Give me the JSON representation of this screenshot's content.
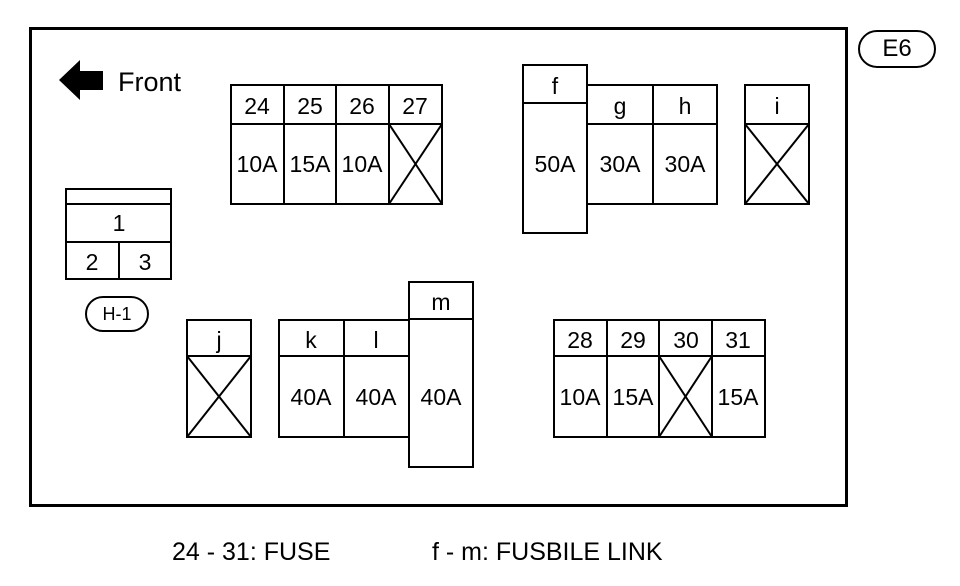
{
  "connector_tag": "E6",
  "relay_tag": "H-1",
  "front_label": "Front",
  "legend": {
    "fuse": "24 - 31: FUSE",
    "link": "f - m: FUSBILE LINK"
  },
  "fuse_block_a": {
    "slots": [
      {
        "number": "24",
        "rating": "10A"
      },
      {
        "number": "25",
        "rating": "15A"
      },
      {
        "number": "26",
        "rating": "10A"
      },
      {
        "number": "27",
        "rating": ""
      }
    ]
  },
  "fuse_block_b": {
    "slots": [
      {
        "number": "28",
        "rating": "10A"
      },
      {
        "number": "29",
        "rating": "15A"
      },
      {
        "number": "30",
        "rating": ""
      },
      {
        "number": "31",
        "rating": "15A"
      }
    ]
  },
  "link_block_fgh": {
    "slots": [
      {
        "letter": "f",
        "rating": "50A"
      },
      {
        "letter": "g",
        "rating": "30A"
      },
      {
        "letter": "h",
        "rating": "30A"
      }
    ]
  },
  "link_i": {
    "letter": "i",
    "rating": ""
  },
  "link_j": {
    "letter": "j",
    "rating": ""
  },
  "link_block_klm": {
    "slots": [
      {
        "letter": "k",
        "rating": "40A"
      },
      {
        "letter": "l",
        "rating": "40A"
      },
      {
        "letter": "m",
        "rating": "40A"
      }
    ]
  },
  "relay": {
    "top": "1",
    "left": "2",
    "right": "3"
  }
}
